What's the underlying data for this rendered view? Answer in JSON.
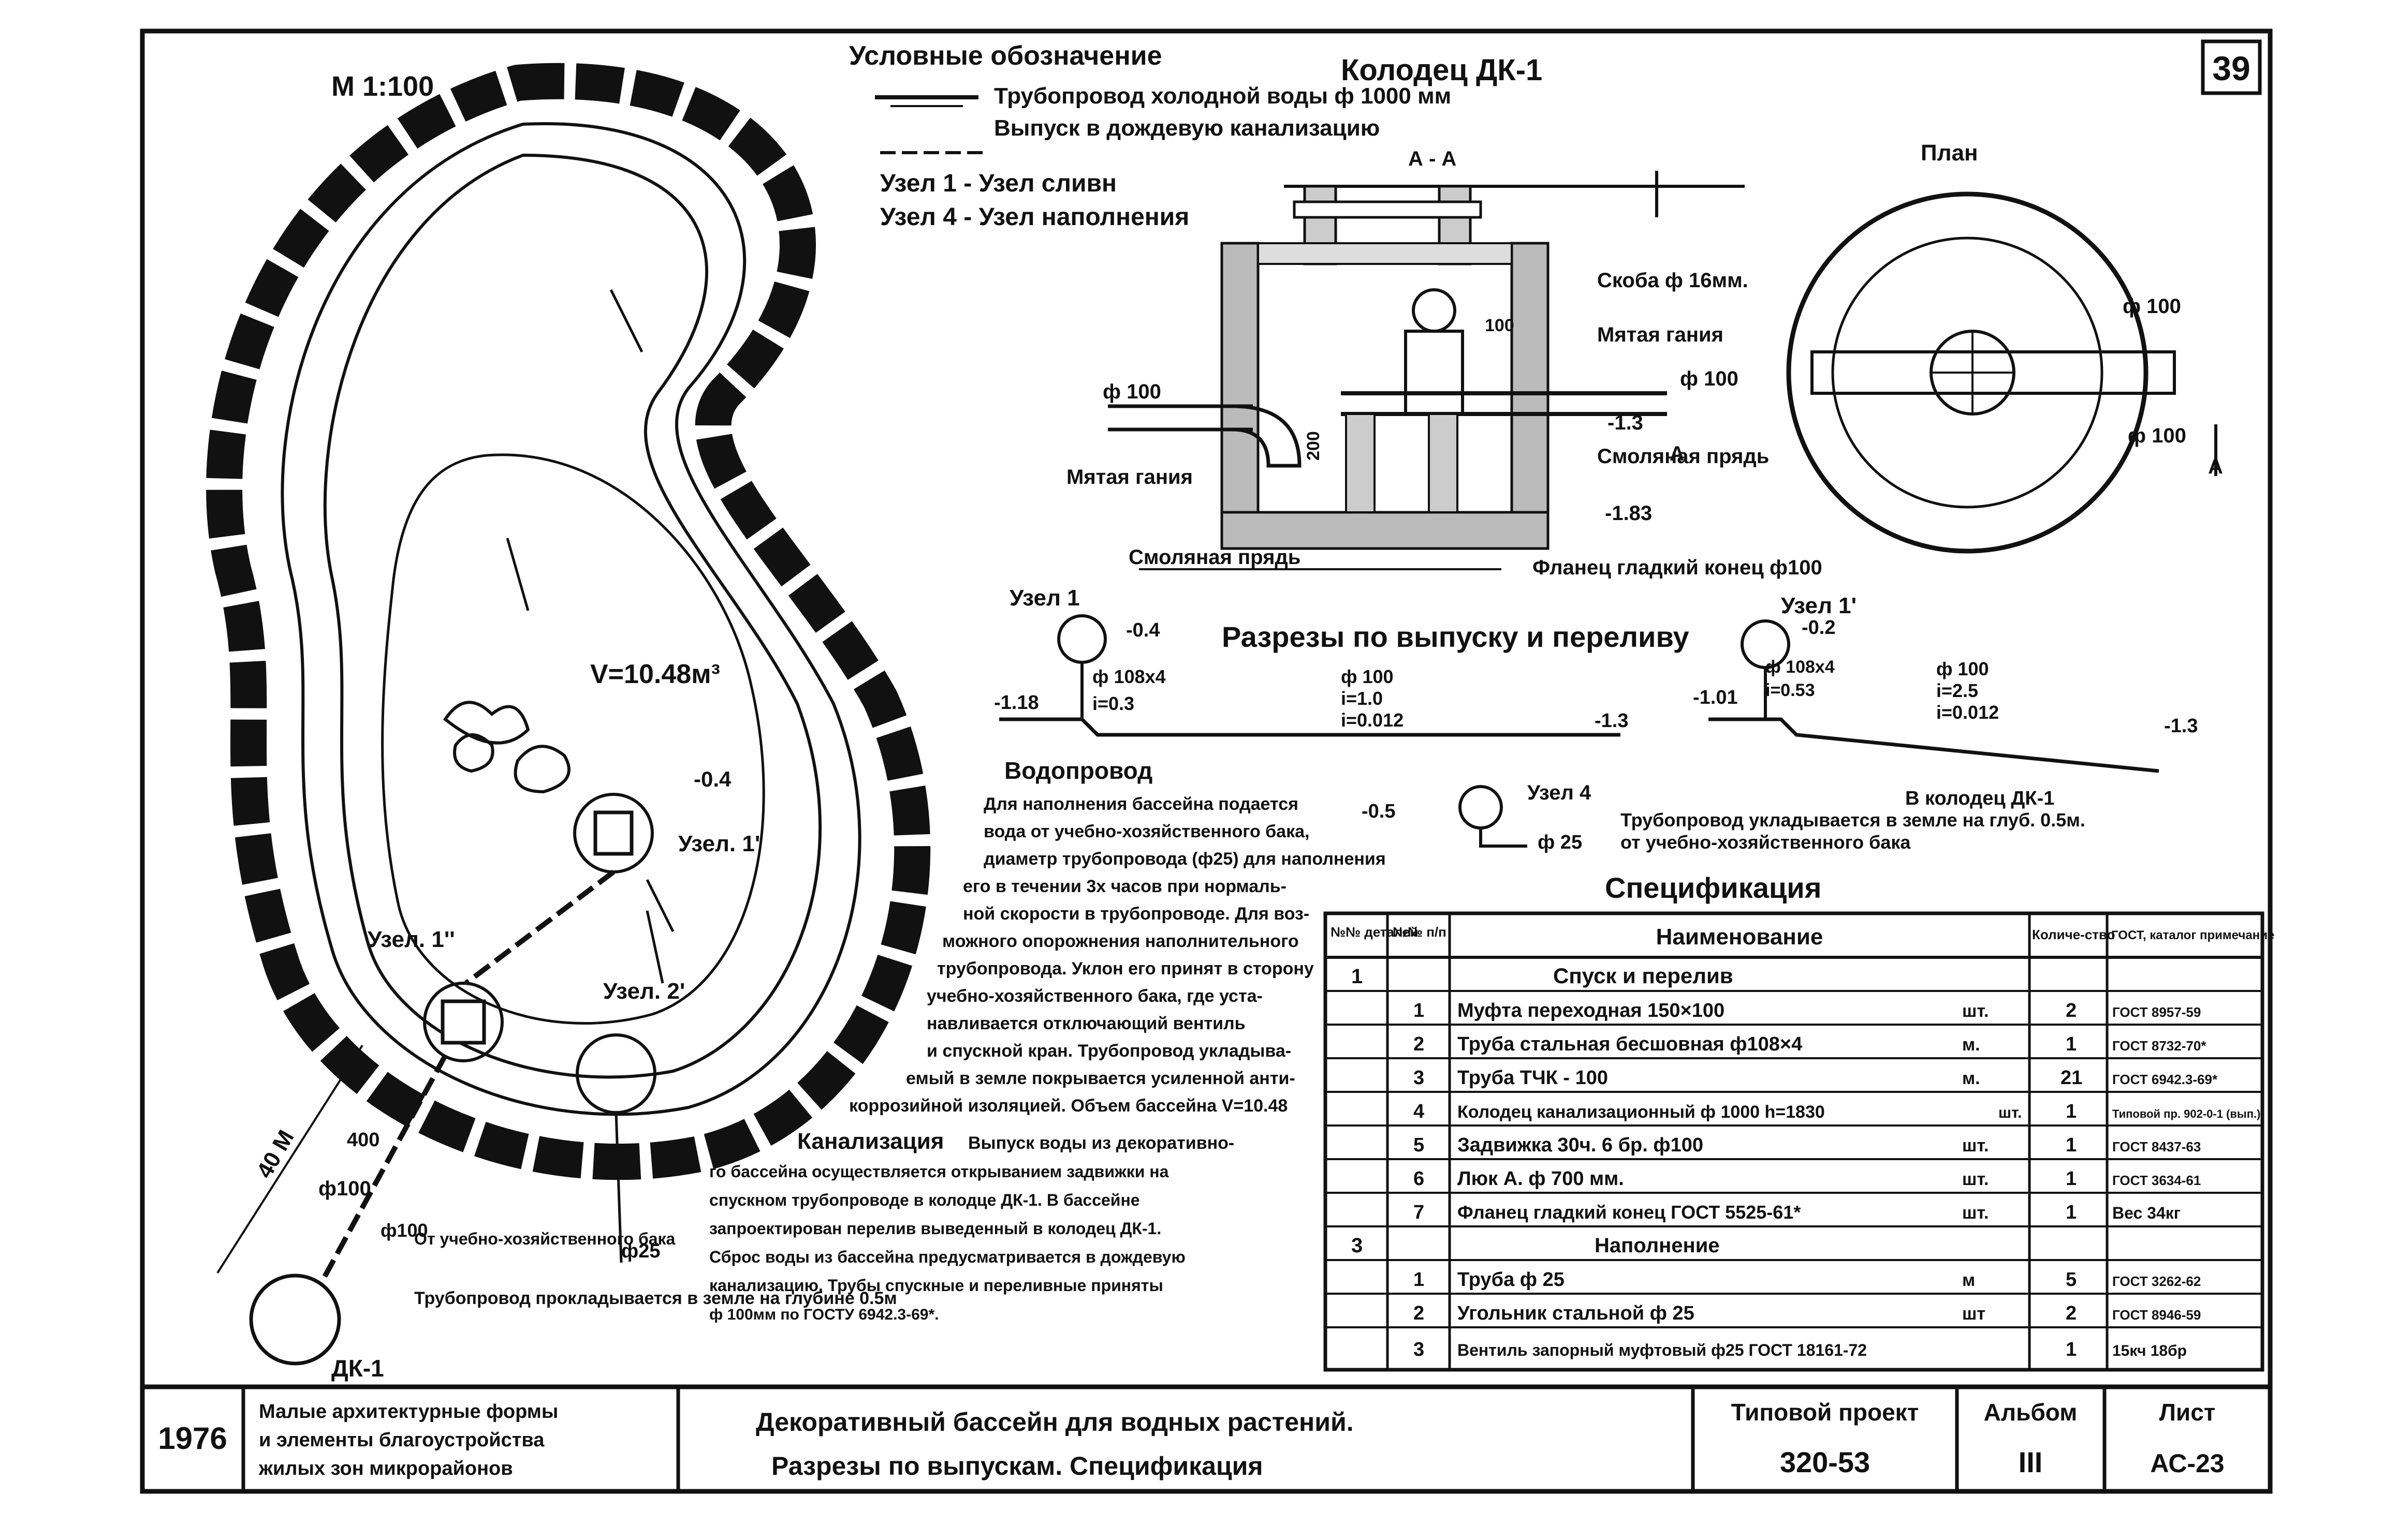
{
  "sheet": {
    "number": "39",
    "scale": "М 1:100"
  },
  "legend": {
    "title": "Условные обозначение",
    "items": [
      "Трубопровод холодной воды ф 1000 мм",
      "Выпуск в дождевую канализацию",
      "Узел 1 - Узел сливн",
      "Узел 4 - Узел наполнения"
    ]
  },
  "well": {
    "title": "Колодец ДК-1",
    "section_label": "А - А",
    "plan_label": "План",
    "arrow_label_a": "А",
    "arrow_label_b": "А",
    "labels": {
      "bracket": "Скоба ф 16мм.",
      "jute": "Мятая гания",
      "d100_right": "ф 100",
      "level_13": "-1.3",
      "resin_strand": "Смоляная прядь",
      "level_183": "-1.83",
      "flange": "Фланец гладкий конец ф100",
      "d100_left": "ф 100",
      "jute_left": "Мятая гания",
      "resin_bottom": "Смоляная прядь",
      "dim_200": "200",
      "dim_100": "100",
      "plan_d100_top": "ф 100",
      "plan_d100_bot": "ф 100"
    }
  },
  "sections": {
    "title": "Разрезы по выпуску и переливу",
    "node1": "Узел 1",
    "node1_prime": "Узел 1'",
    "node4": "Узел 4",
    "labels": [
      "-0.4",
      "ф 108х4",
      "i=0.3",
      "-1.18",
      "ф 100",
      "i=1.0",
      "i=0.012",
      "-1.3",
      "-0.2",
      "-1.01",
      "ф 108х4",
      "i=0.53",
      "ф 100",
      "i=2.5",
      "i=0.012",
      "-1.3",
      "-0.5",
      "ф 25"
    ],
    "to_well": "В колодец ДК-1",
    "pipe_note_1": "Трубопровод укладывается в земле на глуб. 0.5м.",
    "pipe_note_2": "от учебно-хозяйственного бака"
  },
  "plan": {
    "volume": "V=10.48м³",
    "level": "-0.4",
    "node1_prime": "Узел. 1'",
    "node1_double": "Узел. 1''",
    "node2": "Узел. 2'",
    "dim_40m": "40 М",
    "dim_400": "400",
    "d100": "ф100",
    "d100b": "ф100",
    "d25": "ф25",
    "from_tank": "От учебно-хозяйственного бака",
    "pipe_note": "Трубопровод прокладывается в земле на глубине 0.5м",
    "well": "ДК-1"
  },
  "notes": {
    "water_title": "Водопровод",
    "water_text": [
      "Для наполнения бассейна подается",
      "вода от учебно-хозяйственного бака,",
      "диаметр трубопровода (ф25) для наполнения",
      "его в течении 3х часов при нормаль-",
      "ной скорости в трубопроводе. Для воз-",
      "можного опорожнения наполнительного",
      "трубопровода. Уклон его принят в сторону",
      "учебно-хозяйственного бака, где уста-",
      "навливается отключающий вентиль",
      "и спускной кран. Трубопровод укладыва-",
      "емый в земле покрывается усиленной анти-",
      "коррозийной изоляцией. Объем бассейна V=10.48"
    ],
    "sewer_title": "Канализация",
    "sewer_text": [
      "Выпуск воды из декоративно-",
      "го бассейна осуществляется открыванием задвижки на",
      "спускном трубопроводе в колодце ДК-1. В бассейне",
      "запроектирован перелив выведенный в колодец ДК-1.",
      "Сброс воды из бассейна предусматривается в дождевую",
      "канализацию. Трубы спускные и переливные приняты",
      "ф 100мм по ГОСТУ 6942.3-69*."
    ]
  },
  "spec": {
    "title": "Спецификация",
    "headers": [
      "№№ деталей",
      "№№ п/п",
      "Наименование",
      "",
      "Количе-ство",
      "ГОСТ, каталог примечание"
    ],
    "rows": [
      {
        "det": "1",
        "num": "",
        "name": "Спуск и перелив",
        "unit": "",
        "qty": "",
        "note": "",
        "section": true
      },
      {
        "det": "",
        "num": "1",
        "name": "Муфта переходная 150×100",
        "unit": "шт.",
        "qty": "2",
        "note": "ГОСТ 8957-59",
        "section": false
      },
      {
        "det": "",
        "num": "2",
        "name": "Труба стальная бесшовная ф108×4",
        "unit": "м.",
        "qty": "1",
        "note": "ГОСТ 8732-70*",
        "section": false
      },
      {
        "det": "",
        "num": "3",
        "name": "Труба ТЧК - 100",
        "unit": "м.",
        "qty": "21",
        "note": "ГОСТ 6942.3-69*",
        "section": false
      },
      {
        "det": "",
        "num": "4",
        "name": "Колодец канализационный ф 1000 h=1830",
        "unit": "шт.",
        "qty": "1",
        "note": "Типовой пр. 902-0-1 (вып.)",
        "section": false
      },
      {
        "det": "",
        "num": "5",
        "name": "Задвижка 30ч. 6 бр. ф100",
        "unit": "шт.",
        "qty": "1",
        "note": "ГОСТ 8437-63",
        "section": false
      },
      {
        "det": "",
        "num": "6",
        "name": "Люк А. ф 700 мм.",
        "unit": "шт.",
        "qty": "1",
        "note": "ГОСТ 3634-61",
        "section": false
      },
      {
        "det": "",
        "num": "7",
        "name": "Фланец гладкий конец ГОСТ 5525-61*",
        "unit": "шт.",
        "qty": "1",
        "note": "Вес 34кг",
        "section": false
      },
      {
        "det": "3",
        "num": "",
        "name": "Наполнение",
        "unit": "",
        "qty": "",
        "note": "",
        "section": true
      },
      {
        "det": "",
        "num": "1",
        "name": "Труба ф 25",
        "unit": "м",
        "qty": "5",
        "note": "ГОСТ 3262-62",
        "section": false
      },
      {
        "det": "",
        "num": "2",
        "name": "Угольник стальной ф 25",
        "unit": "шт",
        "qty": "2",
        "note": "ГОСТ 8946-59",
        "section": false
      },
      {
        "det": "",
        "num": "3",
        "name": "Вентиль запорный муфтовый ф25 ГОСТ 18161-72",
        "unit": "",
        "qty": "1",
        "note": "15кч 18бр",
        "section": false
      }
    ]
  },
  "title_block": {
    "year": "1976",
    "series": [
      "Малые архитектурные формы",
      "и элементы благоустройства",
      "жилых зон микрорайонов"
    ],
    "drawing": [
      "Декоративный бассейн для водных растений.",
      "Разрезы по выпускам. Спецификация"
    ],
    "project_label": "Типовой проект",
    "project_value": "320-53",
    "album_label": "Альбом",
    "album_value": "III",
    "sheet_label": "Лист",
    "sheet_value": "АС-23"
  }
}
